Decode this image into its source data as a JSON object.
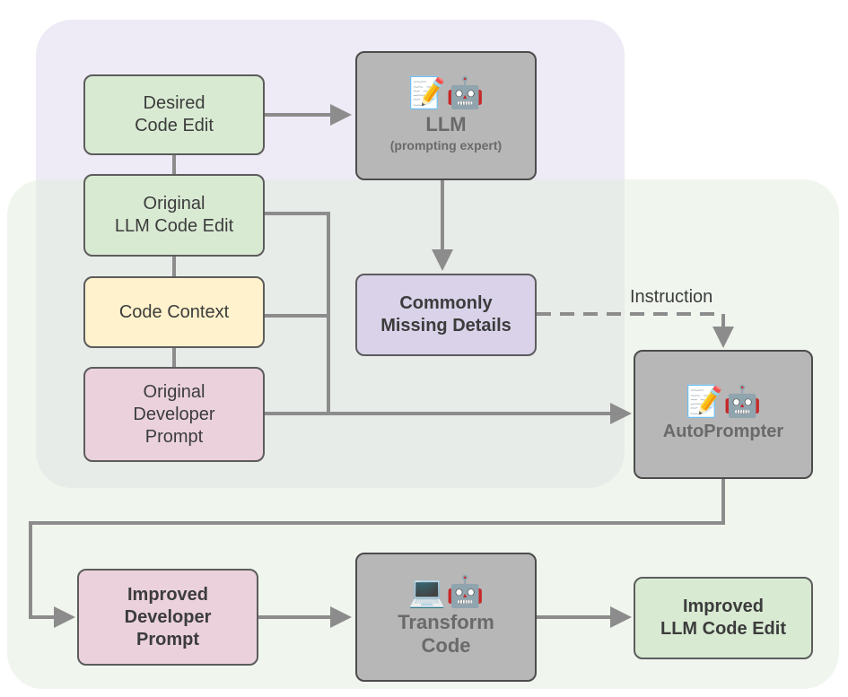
{
  "boxes": {
    "desired_code_edit": "Desired\nCode Edit",
    "original_llm_code_edit": "Original\nLLM Code Edit",
    "code_context": "Code Context",
    "original_developer_prompt": "Original\nDeveloper\nPrompt",
    "llm": {
      "icons": "📝🤖",
      "title": "LLM",
      "subtitle": "(prompting expert)"
    },
    "commonly_missing_details": "Commonly\nMissing Details",
    "autoprompter": {
      "icons": "📝🤖",
      "title": "AutoPrompter"
    },
    "improved_developer_prompt": "Improved\nDeveloper\nPrompt",
    "transform_code": {
      "icons": "💻🤖",
      "title": "Transform\nCode"
    },
    "improved_llm_code_edit": "Improved\nLLM Code Edit"
  },
  "edge_labels": {
    "instruction": "Instruction"
  },
  "colors": {
    "green": "#d9ead3",
    "yellow": "#fff2cc",
    "pink": "#ead1dc",
    "purple": "#d9d2e9",
    "grey": "#b7b7b7",
    "line": "#8c8c8c"
  }
}
